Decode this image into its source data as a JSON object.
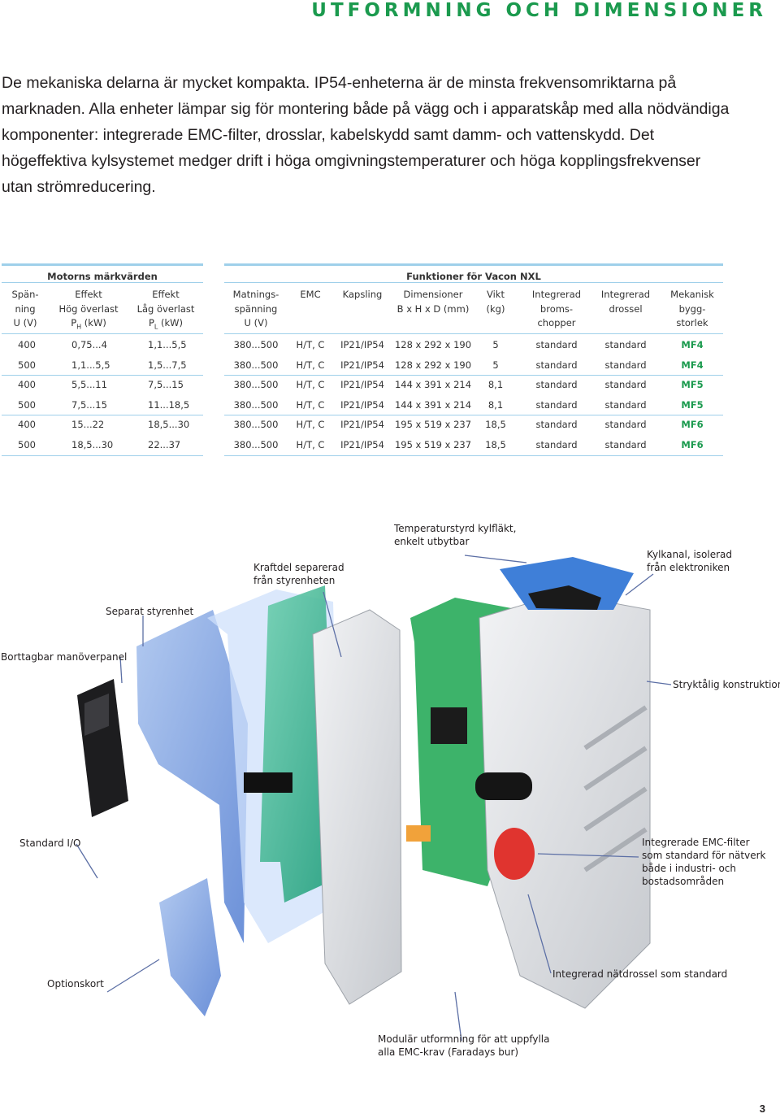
{
  "header": {
    "title": "UTFORMNING OCH DIMENSIONER"
  },
  "intro": "De mekaniska delarna är mycket kompakta. IP54-enheterna är de minsta frekvensomriktarna på marknaden. Alla enheter lämpar sig för montering både på vägg och i apparatskåp med alla nödvändiga komponenter: integrerade EMC-filter, drosslar, kabelskydd samt damm- och vattenskydd. Det högeffektiva kylsystemet medger drift i höga omgivningstemperaturer och höga kopplingsfrekvenser utan strömreducering.",
  "table": {
    "group_left": "Motorns märkvärden",
    "group_right": "Funktioner för Vacon NXL",
    "columns": [
      [
        "Spän-",
        "ning",
        "U (V)"
      ],
      [
        "Effekt",
        "Hög överlast",
        "P",
        "H",
        " (kW)"
      ],
      [
        "Effekt",
        "Låg överlast",
        "P",
        "L",
        " (kW)"
      ],
      [
        "Matnings-",
        "spänning",
        "U (V)"
      ],
      [
        "EMC"
      ],
      [
        "Kapsling"
      ],
      [
        "Dimensioner",
        "B x H x D (mm)"
      ],
      [
        "Vikt",
        "(kg)"
      ],
      [
        "Integrerad",
        "broms-",
        "chopper"
      ],
      [
        "Integrerad",
        "drossel"
      ],
      [
        "Mekanisk",
        "bygg-",
        "storlek"
      ]
    ],
    "rows": [
      [
        "400",
        "0,75...4",
        "1,1...5,5",
        "380...500",
        "H/T, C",
        "IP21/IP54",
        "128 x 292 x 190",
        "5",
        "standard",
        "standard",
        "MF4"
      ],
      [
        "500",
        "1,1...5,5",
        "1,5...7,5",
        "380...500",
        "H/T, C",
        "IP21/IP54",
        "128 x 292 x 190",
        "5",
        "standard",
        "standard",
        "MF4"
      ],
      [
        "400",
        "5,5...11",
        "7,5...15",
        "380...500",
        "H/T, C",
        "IP21/IP54",
        "144 x 391 x 214",
        "8,1",
        "standard",
        "standard",
        "MF5"
      ],
      [
        "500",
        "7,5...15",
        "11...18,5",
        "380...500",
        "H/T, C",
        "IP21/IP54",
        "144 x 391 x 214",
        "8,1",
        "standard",
        "standard",
        "MF5"
      ],
      [
        "400",
        "15...22",
        "18,5...30",
        "380...500",
        "H/T, C",
        "IP21/IP54",
        "195 x 519 x 237",
        "18,5",
        "standard",
        "standard",
        "MF6"
      ],
      [
        "500",
        "18,5...30",
        "22...37",
        "380...500",
        "H/T, C",
        "IP21/IP54",
        "195 x 519 x 237",
        "18,5",
        "standard",
        "standard",
        "MF6"
      ]
    ]
  },
  "callouts": {
    "fan": [
      "Temperaturstyrd kylfläkt,",
      "enkelt utbytbar"
    ],
    "power": [
      "Kraftdel separerad",
      "från styrenheten"
    ],
    "cooling": [
      "Kylkanal, isolerad",
      "från elektroniken"
    ],
    "control": "Separat styrenhet",
    "panel": "Borttagbar manöverpanel",
    "robust": "Stryktålig konstruktion",
    "io": "Standard I/O",
    "emc": [
      "Integrerade EMC-filter",
      "som standard för nätverk",
      "både i industri- och",
      "bostadsområden"
    ],
    "option": "Optionskort",
    "choke": "Integrerad nätdrossel som standard",
    "modular": [
      "Modulär utformning för att uppfylla",
      "alla EMC-krav (Faradays bur)"
    ]
  },
  "colors": {
    "accent": "#1b9a4e",
    "table_rule": "#9fd0ea"
  },
  "page_number": "3"
}
